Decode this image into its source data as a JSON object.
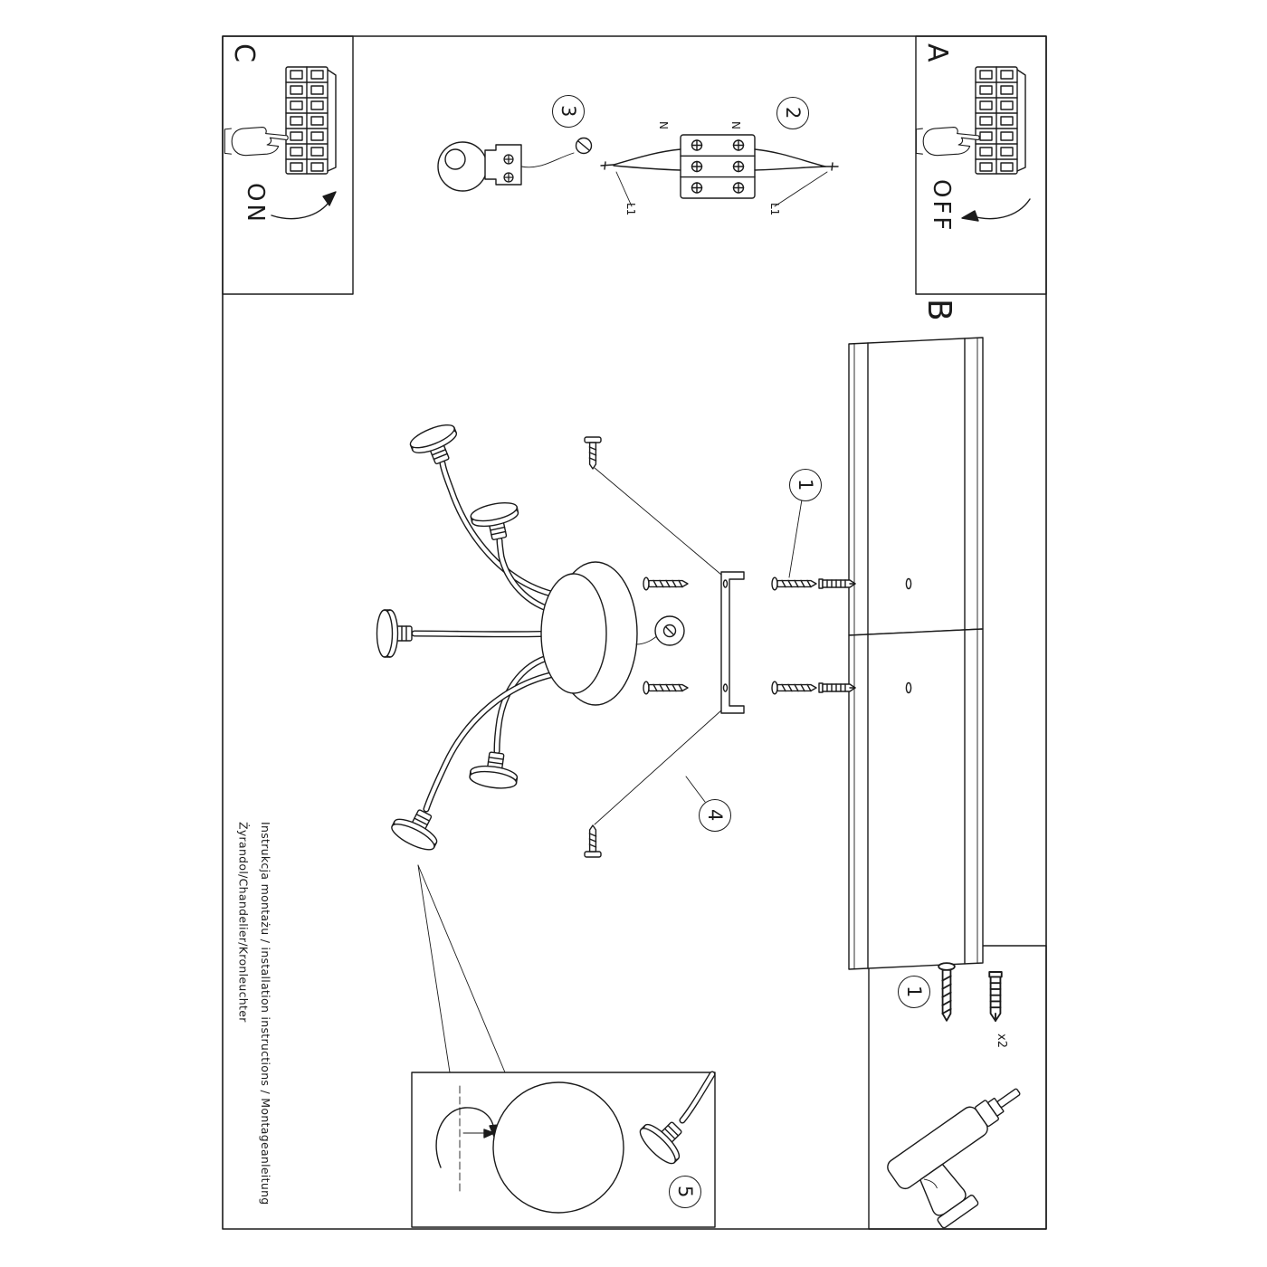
{
  "corner_steps": {
    "c": "C",
    "a": "A",
    "b": "B",
    "on": "ON",
    "off": "OFF"
  },
  "step_numbers": {
    "n1": "1",
    "n2": "2",
    "n3": "3",
    "n4": "4",
    "n5": "5"
  },
  "wiring_labels": {
    "n_left": "N",
    "l1_left": "L1",
    "n_right": "N",
    "l1_right": "L1"
  },
  "parts_box": {
    "count": "x2"
  },
  "footer": {
    "line1": "Instrukcja montażu / installation instructions / Montageanleitung",
    "line2": "Żyrandol/Chandelier/Kronleuchter"
  }
}
